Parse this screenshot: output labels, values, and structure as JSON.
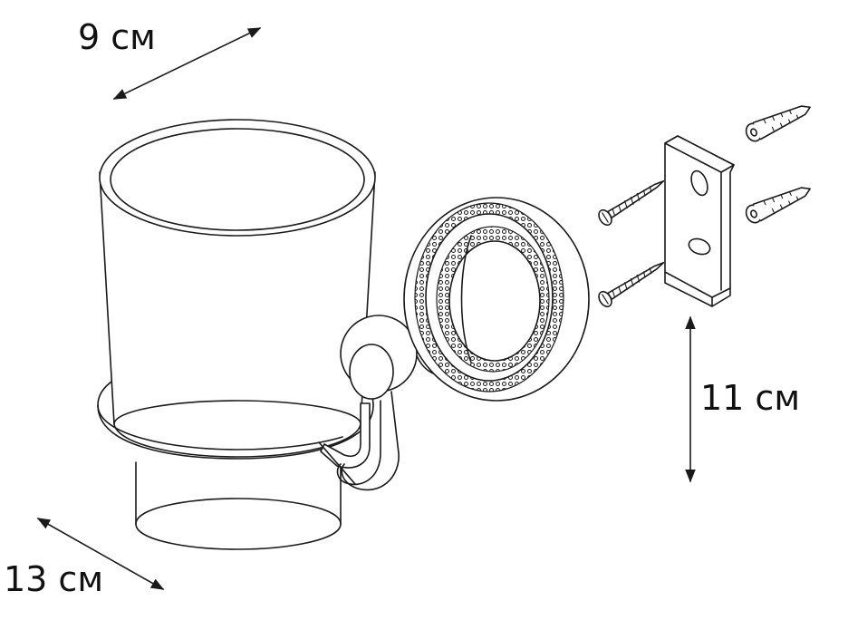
{
  "dimensions": {
    "width_label": "9 см",
    "height_label": "11 см",
    "depth_label": "13 см"
  },
  "colors": {
    "line": "#1a1a1a",
    "background": "#ffffff"
  },
  "components": {
    "tumbler": "glass-tumbler-icon",
    "holder_arm": "holder-arm-icon",
    "wall_rosette": "decorative-rosette-icon",
    "mounting_bracket": "mounting-bracket-icon",
    "screws": "screw-icon",
    "wall_plugs": "wall-plug-icon"
  }
}
